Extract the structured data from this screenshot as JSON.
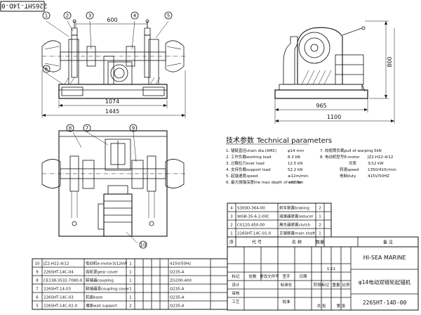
{
  "drawing_no_rotated": "226SHT-14D-00",
  "front_view": {
    "balloons": [
      "1",
      "2",
      "3",
      "4",
      "5",
      "6"
    ],
    "dim_top": "600",
    "dim_1074": "1074",
    "dim_1445": "1445"
  },
  "side_view": {
    "dim_800": "800",
    "dim_965": "965",
    "dim_1100": "1100"
  },
  "top_view": {
    "balloons": [
      "7",
      "8",
      "9",
      "10"
    ]
  },
  "tech_params": {
    "title_cn": "技术参数",
    "title_en": "Technical parameters",
    "left": [
      {
        "num": "1.",
        "label": "锚链直径chain dia.(AM2)",
        "value": "φ14   mm"
      },
      {
        "num": "2.",
        "label": "工作负载working load",
        "value": "8.3 kN"
      },
      {
        "num": "3.",
        "label": "过载拉力over load",
        "value": "12.5 kN"
      },
      {
        "num": "4.",
        "label": "支持负载support load",
        "value": "52.2 kN"
      },
      {
        "num": "5.",
        "label": "起锚速度speed",
        "value": "≥12m/min"
      },
      {
        "num": "6.",
        "label": "最大抛锚深度the max depth of anchor",
        "value": "<82.5m"
      }
    ],
    "right": [
      {
        "num": "7.",
        "label": "绞缆筒负载pull of warping",
        "value": "5kN"
      },
      {
        "num": "8.",
        "label": "电动机型号E-motor",
        "value": "JZ2-H22-4/12"
      },
      {
        "num": "",
        "label": "功率",
        "value": "3/12 kW"
      },
      {
        "num": "",
        "label": "转速speed",
        "value": "1350/410r/min"
      },
      {
        "num": "",
        "label": "电制duty",
        "value": "415V/50HZ"
      }
    ]
  },
  "upper_parts": [
    {
      "no": "4",
      "code": "S300D-364-00",
      "name": "刹车装置braking",
      "qty": "2"
    },
    {
      "no": "3",
      "code": "WGB-35-6.2-00C",
      "name": "减速器装置reducer",
      "qty": "1"
    },
    {
      "no": "2",
      "code": "C0120-450-00",
      "name": "离合器装置clutch",
      "qty": "2"
    },
    {
      "no": "1",
      "code": "226SHT-14C-01-0",
      "name": "主轴装置main shaft",
      "qty": "1"
    }
  ],
  "lower_parts": [
    {
      "no": "10",
      "code": "JZ2-H22-4/12",
      "name": "电动机e-motor3/12kW",
      "qty": "1",
      "material": "415V/50Hz"
    },
    {
      "no": "9",
      "code": "226SHT-14C-04",
      "name": "齿轮罩gear cover",
      "qty": "1",
      "material": "Q235-A"
    },
    {
      "no": "8",
      "code": "CE138-3532-7080-0",
      "name": "联轴器coupling",
      "qty": "1",
      "material": "ZG200-400"
    },
    {
      "no": "7",
      "code": "226SHT-14-03",
      "name": "联轴器罩coupling cover",
      "qty": "1",
      "material": "Q235-A"
    },
    {
      "no": "6",
      "code": "226SHT-14C-03",
      "name": "机座base",
      "qty": "1",
      "material": "Q235-A"
    },
    {
      "no": "5",
      "code": "226SHT-14C-02-0",
      "name": "墙座wall support",
      "qty": "2",
      "material": "Q235-A"
    }
  ],
  "header_row": {
    "no": "序",
    "code": "代   号",
    "name": "名   称",
    "qty": "数量",
    "remark": "备   注"
  },
  "title_block": {
    "company": "HI-SEA MARINE",
    "title": "φ14电动双链轮起锚机",
    "drawing_no": "226SHT-14D-00",
    "scale": "1:11",
    "labels": {
      "mark": "标记",
      "count": "处数",
      "change": "更改文件号",
      "sign": "签字",
      "date": "日期",
      "design": "设计",
      "std": "标准化",
      "check": "审核",
      "proc": "工艺",
      "approve": "批准",
      "stage": "阶段标记",
      "weight": "重量",
      "ratio": "比例",
      "sheet": "共  张",
      "page": "第  张"
    }
  }
}
